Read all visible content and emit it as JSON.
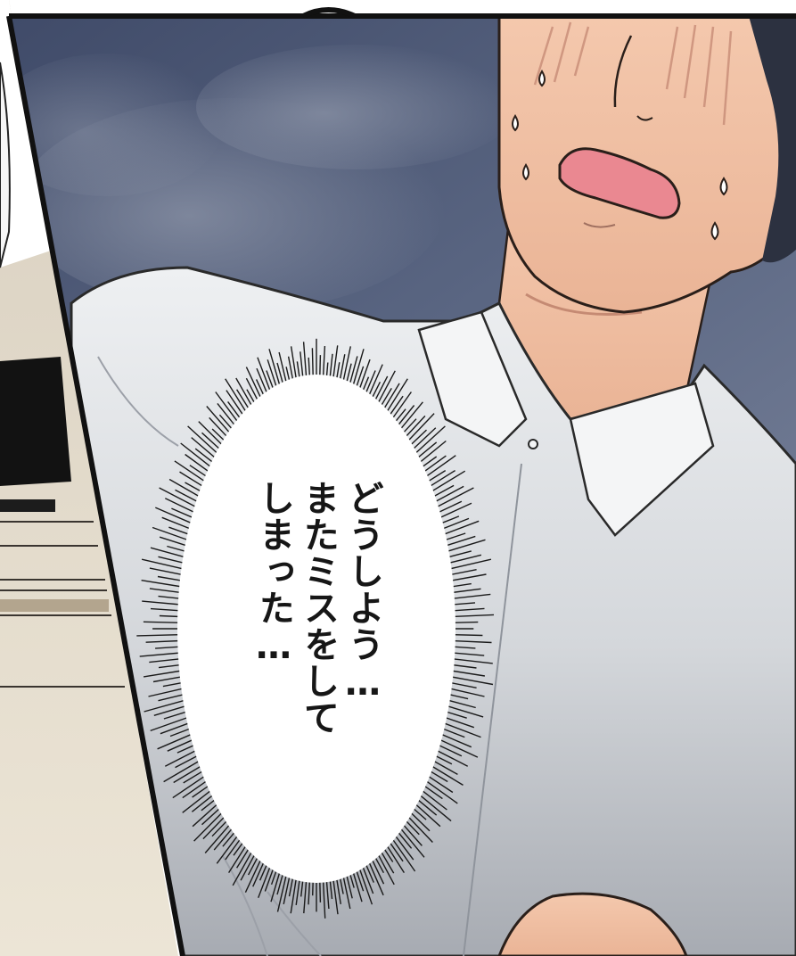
{
  "speech_bubble": {
    "lines": [
      "どうしよう…",
      "またミスをして",
      "しまった…"
    ]
  },
  "colors": {
    "sky_top": "#4a5673",
    "sky_bottom": "#6b7690",
    "shirt": "#e4e6e8",
    "shirt_shadow": "#a9adb4",
    "skin": "#f2c3a7",
    "skin_shadow": "#d99c86",
    "mouth": "#e8858f",
    "hair": "#2b2f3a",
    "panel_border": "#111111",
    "left_panel_bg": "#e9e2d4"
  }
}
